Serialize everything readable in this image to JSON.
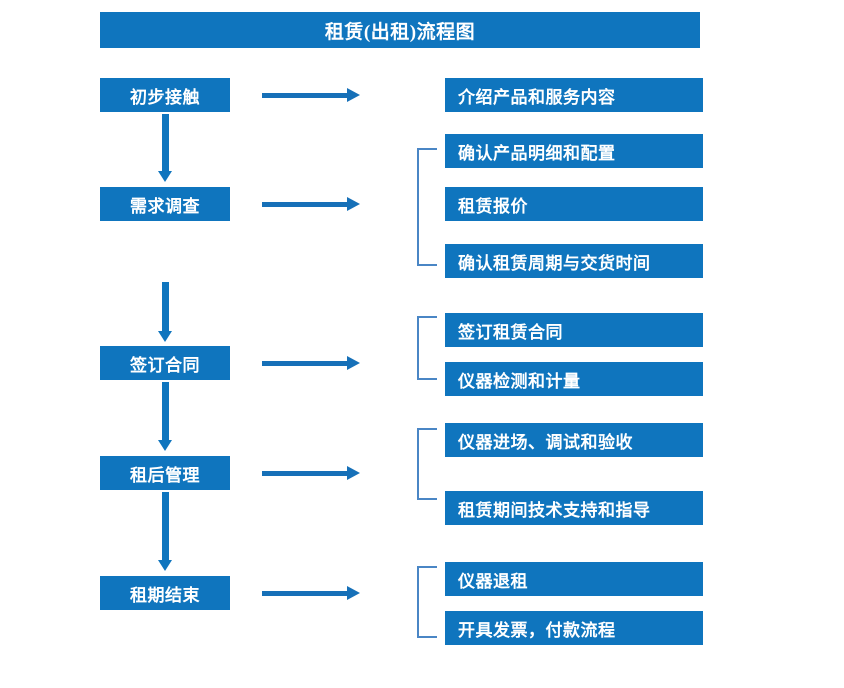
{
  "diagram": {
    "title": "租赁(出租)流程图",
    "colors": {
      "box_fill": "#0f75be",
      "box_text": "#ffffff",
      "arrow": "#1670b8",
      "bracket": "#4a86c5",
      "background": "#ffffff"
    },
    "stages": [
      {
        "label": "初步接触"
      },
      {
        "label": "需求调查"
      },
      {
        "label": "签订合同"
      },
      {
        "label": "租后管理"
      },
      {
        "label": "租期结束"
      }
    ],
    "details": [
      {
        "label": "介绍产品和服务内容"
      },
      {
        "label": "确认产品明细和配置"
      },
      {
        "label": "租赁报价"
      },
      {
        "label": "确认租赁周期与交货时间"
      },
      {
        "label": "签订租赁合同"
      },
      {
        "label": "仪器检测和计量"
      },
      {
        "label": "仪器进场、调试和验收"
      },
      {
        "label": "租赁期间技术支持和指导"
      },
      {
        "label": "仪器退租"
      },
      {
        "label": "开具发票，付款流程"
      }
    ],
    "groups": [
      {
        "stage": "需求调查",
        "details": [
          "确认产品明细和配置",
          "租赁报价",
          "确认租赁周期与交货时间"
        ]
      },
      {
        "stage": "签订合同",
        "details": [
          "签订租赁合同",
          "仪器检测和计量"
        ]
      },
      {
        "stage": "租后管理",
        "details": [
          "仪器进场、调试和验收",
          "租赁期间技术支持和指导"
        ]
      },
      {
        "stage": "租期结束",
        "details": [
          "仪器退租",
          "开具发票，付款流程"
        ]
      }
    ]
  }
}
